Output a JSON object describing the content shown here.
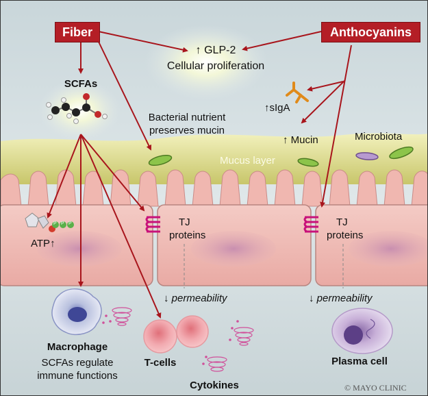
{
  "sources": {
    "fiber": "Fiber",
    "anthocyanins": "Anthocyanins"
  },
  "labels": {
    "glp2": "GLP-2",
    "cellular_proliferation": "Cellular proliferation",
    "scfas": "SCFAs",
    "bacterial_nutrient_line1": "Bacterial nutrient",
    "bacterial_nutrient_line2": "preserves mucin",
    "siga": "sIgA",
    "mucin": "Mucin",
    "microbiota": "Microbiota",
    "mucus_layer": "Mucus layer",
    "atp": "ATP",
    "tj_left_1": "TJ",
    "tj_left_2": "proteins",
    "tj_right_1": "TJ",
    "tj_right_2": "proteins",
    "permeability_left": "permeability",
    "permeability_right": "permeability",
    "macrophage": "Macrophage",
    "macrophage_desc_1": "SCFAs regulate",
    "macrophage_desc_2": "immune functions",
    "tcells": "T-cells",
    "cytokines": "Cytokines",
    "plasma_cell": "Plasma cell",
    "copyright": "© MAYO CLINIC",
    "atp_bubbles": [
      "P",
      "P",
      "P"
    ]
  },
  "colors": {
    "box_red": "#b41e26",
    "arrow_red": "#a8151c",
    "mucus_yellow": "#e8e79a",
    "epithelium_pink": "#f1c3bd",
    "tj_magenta": "#c8127a",
    "lumen_gray": "#cfd9dc"
  }
}
